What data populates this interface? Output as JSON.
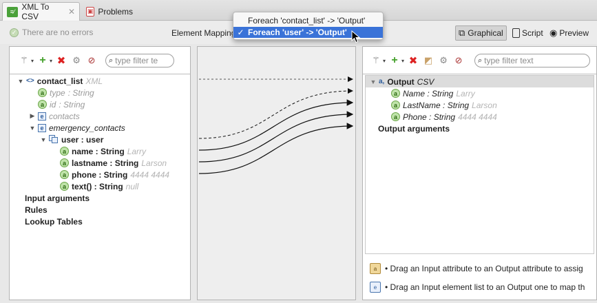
{
  "tabs": [
    {
      "label": "XML To CSV",
      "icon": "xml-csv-map-icon",
      "close": "✕"
    },
    {
      "label": "Problems",
      "icon": "problems-icon"
    }
  ],
  "header": {
    "status": "There are no errors",
    "element_mapping_label": "Element Mapping",
    "views": [
      "Graphical",
      "Script",
      "Preview"
    ]
  },
  "menu": {
    "items": [
      {
        "label": "Foreach 'contact_list' -> 'Output'",
        "checked": false
      },
      {
        "label": "Foreach 'user' -> 'Output'",
        "checked": true
      }
    ],
    "check_mark": "✓"
  },
  "left": {
    "filter_placeholder": "type filter te",
    "tree": {
      "root": {
        "name": "contact_list",
        "type": "XML"
      },
      "root_attrs": [
        {
          "name": "type",
          "type": ": String"
        },
        {
          "name": "id",
          "type": ": String"
        }
      ],
      "contacts": "contacts",
      "emergency": "emergency_contacts",
      "user": "user : user",
      "user_fields": [
        {
          "name": "name : String",
          "sample": "Larry"
        },
        {
          "name": "lastname : String",
          "sample": "Larson"
        },
        {
          "name": "phone : String",
          "sample": "4444 4444"
        },
        {
          "name": "text() : String",
          "sample": "null"
        }
      ],
      "sections": [
        "Input arguments",
        "Rules",
        "Lookup Tables"
      ]
    }
  },
  "right": {
    "filter_placeholder": "type filter text",
    "tree": {
      "root": {
        "name": "Output",
        "type": "CSV"
      },
      "fields": [
        {
          "name": "Name : String",
          "sample": "Larry"
        },
        {
          "name": "LastName : String",
          "sample": "Larson"
        },
        {
          "name": "Phone : String",
          "sample": "4444 4444"
        }
      ],
      "output_args": "Output arguments"
    },
    "hints": [
      "• Drag an Input attribute to an Output attribute to assig",
      "• Drag an Input element list to an Output one to map th"
    ]
  },
  "colors": {
    "accent": "#3a73d8",
    "attr_green": "#6aa547",
    "element_blue": "#4774ad"
  }
}
